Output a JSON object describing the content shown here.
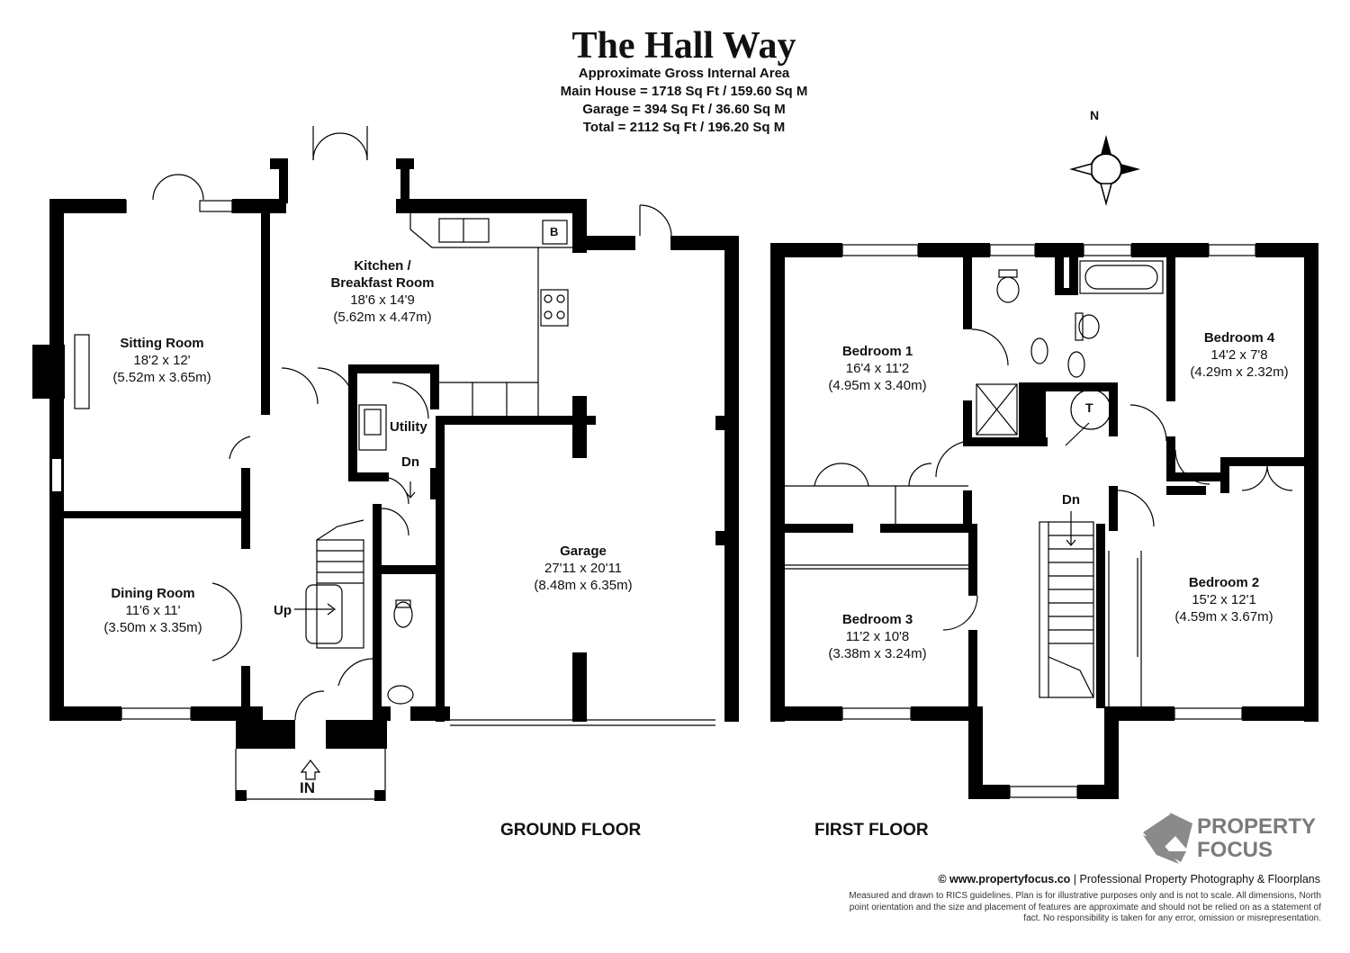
{
  "header": {
    "title": "The Hall Way",
    "area_heading": "Approximate Gross Internal Area",
    "main_house": "Main House = 1718 Sq Ft / 159.60 Sq M",
    "garage": "Garage = 394 Sq Ft / 36.60 Sq M",
    "total": "Total = 2112 Sq Ft / 196.20 Sq M"
  },
  "compass": {
    "north_label": "N"
  },
  "ground_floor": {
    "label": "GROUND FLOOR",
    "rooms": [
      {
        "id": "sitting-room",
        "name": "Sitting Room",
        "imperial": "18'2 x 12'",
        "metric": "(5.52m x 3.65m)"
      },
      {
        "id": "kitchen",
        "name": "Kitchen /",
        "name2": "Breakfast Room",
        "imperial": "18'6 x 14'9",
        "metric": "(5.62m x 4.47m)"
      },
      {
        "id": "dining-room",
        "name": "Dining Room",
        "imperial": "11'6 x 11'",
        "metric": "(3.50m x 3.35m)"
      },
      {
        "id": "garage",
        "name": "Garage",
        "imperial": "27'11 x 20'11",
        "metric": "(8.48m x 6.35m)"
      }
    ],
    "utility": "Utility",
    "stairs_up": "Up",
    "stairs_down": "Dn",
    "entrance": "IN",
    "boiler": "B"
  },
  "first_floor": {
    "label": "FIRST FLOOR",
    "rooms": [
      {
        "id": "bedroom-1",
        "name": "Bedroom 1",
        "imperial": "16'4 x 11'2",
        "metric": "(4.95m x 3.40m)"
      },
      {
        "id": "bedroom-4",
        "name": "Bedroom 4",
        "imperial": "14'2 x 7'8",
        "metric": "(4.29m x 2.32m)"
      },
      {
        "id": "bedroom-3",
        "name": "Bedroom 3",
        "imperial": "11'2 x 10'8",
        "metric": "(3.38m x 3.24m)"
      },
      {
        "id": "bedroom-2",
        "name": "Bedroom 2",
        "imperial": "15'2 x 12'1",
        "metric": "(4.59m x 3.67m)"
      }
    ],
    "stairs_down": "Dn",
    "tank": "T"
  },
  "branding": {
    "logo_line1": "PROPERTY",
    "logo_line2": "FOCUS",
    "logo_color": "#7b7b7b",
    "copyright": "© www.propertyfocus.co",
    "tagline": " | Professional Property Photography & Floorplans",
    "disclaimer": "Measured and drawn to RICS guidelines. Plan is for illustrative purposes only and is not to scale. All dimensions, North point orientation and the size and placement of features are approximate and should not be relied on as a statement of fact. No responsibility is taken for any error, omission or misrepresentation."
  }
}
